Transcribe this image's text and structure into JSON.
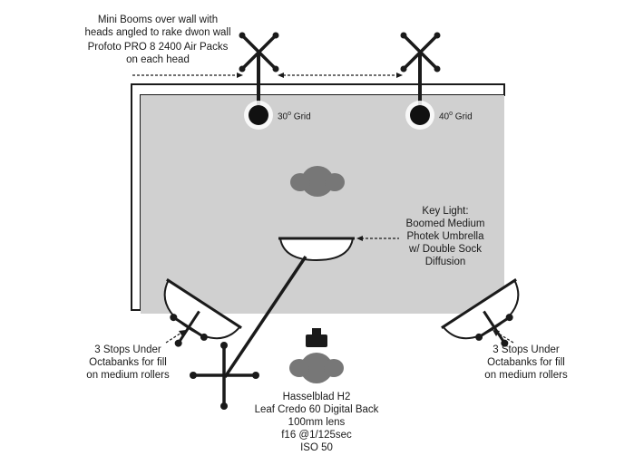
{
  "labels": {
    "booms_line1": "Mini Booms over wall with",
    "booms_line2": "heads angled to rake dwon wall",
    "booms_line3": "Profoto PRO 8 2400 Air Packs",
    "booms_line4": "on each head",
    "grid_left_num": "30",
    "grid_left_deg": "o",
    "grid_left_word": " Grid",
    "grid_right_num": "40",
    "grid_right_deg": "o",
    "grid_right_word": " Grid",
    "key_line1": "Key Light:",
    "key_line2": "Boomed Medium",
    "key_line3": "Photek Umbrella",
    "key_line4": "w/ Double Sock",
    "key_line5": "Diffusion",
    "fill_left_line1": "3 Stops Under",
    "fill_left_line2": "Octabanks for fill",
    "fill_left_line3": "on medium rollers",
    "fill_right_line1": "3 Stops Under",
    "fill_right_line2": "Octabanks for fill",
    "fill_right_line3": "on medium rollers",
    "camera_line1": "Hasselblad H2",
    "camera_line2": "Leaf Credo 60 Digital Back",
    "camera_line3": "100mm lens",
    "camera_line4": "f16 @1/125sec",
    "camera_line5": "ISO 50"
  },
  "colors": {
    "wall_fill": "#d0d0d0",
    "ink": "#1a1a1a",
    "subject_gray": "#777777"
  }
}
